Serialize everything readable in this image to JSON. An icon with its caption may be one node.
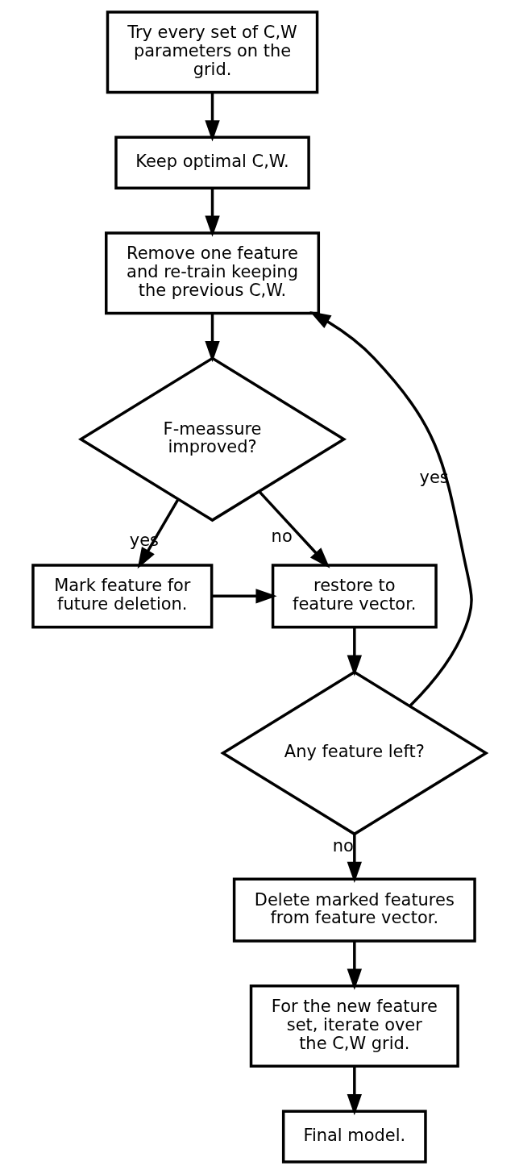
{
  "diagram": {
    "nodes": [
      {
        "text": [
          "Try every set of C,W parameters on the grid."
        ]
      },
      {
        "text": [
          "Keep optimal C,W."
        ]
      },
      {
        "text": [
          "Remove one feature and re-train keeping the previous C,W."
        ]
      },
      {
        "text": [
          "F-meassure improved?"
        ]
      },
      {
        "text": [
          "Mark feature for future deletion."
        ]
      },
      {
        "text": [
          "restore to feature vector."
        ]
      },
      {
        "text": [
          "Any feature left?"
        ]
      },
      {
        "text": [
          "Delete marked features from feature vector."
        ]
      },
      {
        "text": [
          "For the new feature set, iterate over the C,W grid."
        ]
      },
      {
        "text": [
          "Final model."
        ]
      }
    ],
    "edges": [
      {
        "from": 0,
        "to": 1,
        "arrow": "to"
      },
      {
        "from": 1,
        "to": 2,
        "arrow": "to"
      },
      {
        "from": 2,
        "to": 3,
        "arrow": "to"
      },
      {
        "from": 3,
        "to": 4,
        "arrow": "to",
        "label": "yes"
      },
      {
        "from": 3,
        "to": 5,
        "arrow": "to",
        "label": "no"
      },
      {
        "from": 4,
        "to": 5,
        "arrow": "to"
      },
      {
        "from": 5,
        "to": 6,
        "arrow": "to"
      },
      {
        "from": 6,
        "to": 2,
        "arrow": "to",
        "label": "yes"
      },
      {
        "from": 6,
        "to": 7,
        "arrow": "to",
        "label": "no"
      },
      {
        "from": 7,
        "to": 8,
        "arrow": "to"
      },
      {
        "from": 8,
        "to": 9,
        "arrow": "to"
      }
    ]
  }
}
